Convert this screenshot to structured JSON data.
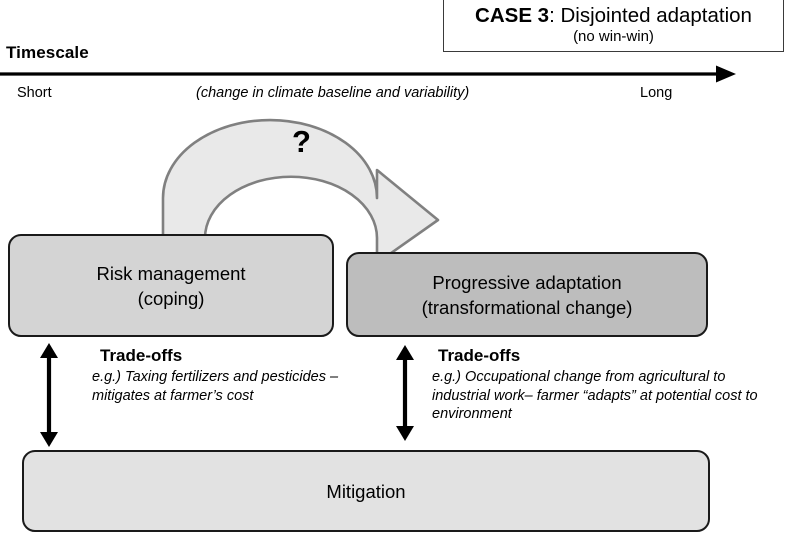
{
  "case_box": {
    "label_strong": "CASE 3",
    "label_rest": ": Disjointed adaptation",
    "subtitle": "(no win-win)"
  },
  "timescale": {
    "heading": "Timescale",
    "short_label": "Short",
    "long_label": "Long",
    "note": "(change in climate baseline and variability)"
  },
  "curved_arrow": {
    "question_mark": "?"
  },
  "boxes": {
    "risk": {
      "line1": "Risk management",
      "line2": "(coping)",
      "fill": "#d4d4d4"
    },
    "progressive": {
      "line1": "Progressive adaptation",
      "line2": "(transformational change)",
      "fill": "#bdbdbd"
    },
    "mitigation": {
      "line1": "Mitigation",
      "fill": "#e2e2e2"
    }
  },
  "tradeoffs": [
    {
      "title": "Trade-offs",
      "body": "e.g.) Taxing fertilizers and pesticides –mitigates at farmer’s cost"
    },
    {
      "title": "Trade-offs",
      "body": "e.g.) Occupational change from agricultural to industrial work– farmer “adapts” at potential cost to environment"
    }
  ],
  "colors": {
    "outline": "#1a1a1a",
    "arrow_fill": "#e9e9e9",
    "arrow_stroke": "#808080",
    "background": "#ffffff"
  }
}
